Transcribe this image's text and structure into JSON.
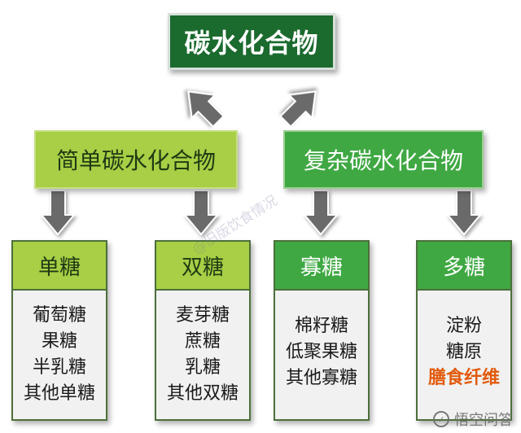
{
  "root": {
    "label": "碳水化合物"
  },
  "categories": [
    {
      "label": "简单碳水化合物"
    },
    {
      "label": "复杂碳水化合物"
    }
  ],
  "cards": [
    {
      "title": "单糖",
      "items": [
        "葡萄糖",
        "果糖",
        "半乳糖",
        "其他单糖"
      ]
    },
    {
      "title": "双糖",
      "items": [
        "麦芽糖",
        "蔗糖",
        "乳糖",
        "其他双糖"
      ]
    },
    {
      "title": "寡糖",
      "items": [
        "棉籽糖",
        "低聚果糖",
        "其他寡糖"
      ]
    },
    {
      "title": "多糖",
      "items": [
        "淀粉",
        "糖原",
        "膳食纤维"
      ],
      "highlight_item": "膳食纤维",
      "highlight_color": "#e25a0c"
    }
  ],
  "watermark": {
    "text": "悟空问答",
    "diagonal_text": "@旧版饮食情况"
  },
  "colors": {
    "root_fill": "#1b6a2e",
    "light_green": "#a8cf45",
    "medium_green": "#3fa843",
    "arrow_gray": "#6b6b6b"
  }
}
